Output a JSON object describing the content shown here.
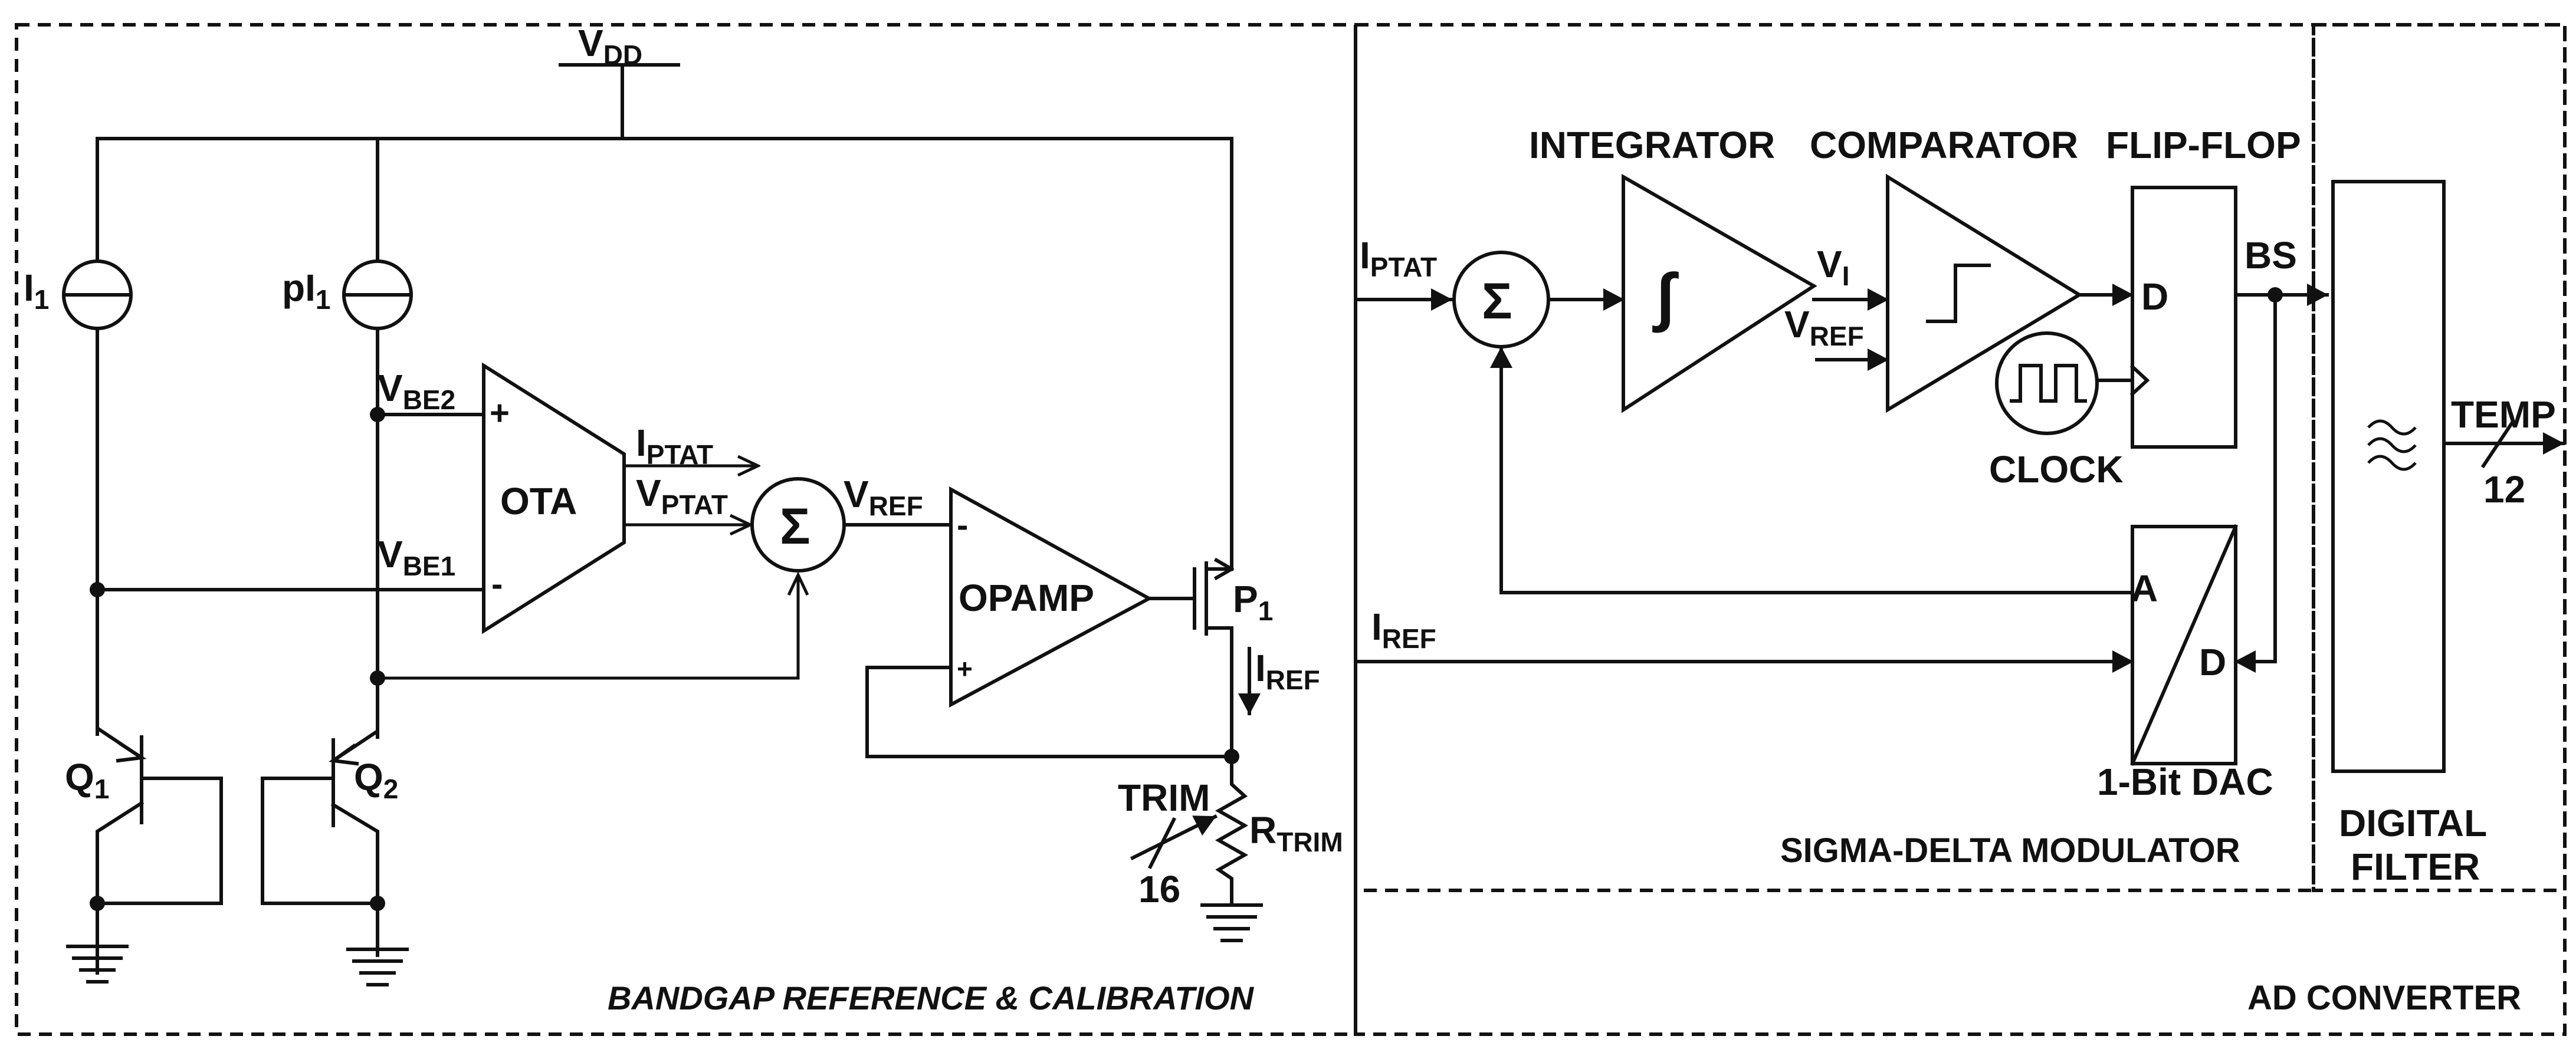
{
  "supply": {
    "vdd": "V",
    "vdd_sub": "DD"
  },
  "bandgap": {
    "i1": "I",
    "i1_sub": "1",
    "pi1": "pI",
    "pi1_sub": "1",
    "vbe2": "V",
    "vbe2_sub": "BE2",
    "vbe1": "V",
    "vbe1_sub": "BE1",
    "plus": "+",
    "minus": "-",
    "ota": "OTA",
    "iptat": "I",
    "iptat_sub": "PTAT",
    "vptat": "V",
    "vptat_sub": "PTAT",
    "sigma": "Σ",
    "vref": "V",
    "vref_sub": "REF",
    "opamp": "OPAMP",
    "op_minus": "-",
    "op_plus": "+",
    "p1": "P",
    "p1_sub": "1",
    "iref": "I",
    "iref_sub": "REF",
    "trim": "TRIM",
    "trim_bits": "16",
    "rtrim": "R",
    "rtrim_sub": "TRIM",
    "q1": "Q",
    "q1_sub": "1",
    "q2": "Q",
    "q2_sub": "2",
    "section_label": "BANDGAP REFERENCE & CALIBRATION"
  },
  "modulator": {
    "iptat": "I",
    "iptat_sub": "PTAT",
    "sigma": "Σ",
    "integrator": "INTEGRATOR",
    "integral_symbol": "∫",
    "comparator": "COMPARATOR",
    "vi": "V",
    "vi_sub": "I",
    "vref": "V",
    "vref_sub": "REF",
    "flipflop": "FLIP-FLOP",
    "d": "D",
    "bs": "BS",
    "clock": "CLOCK",
    "dac_a": "A",
    "dac_d": "D",
    "dac": "1-Bit DAC",
    "iref": "I",
    "iref_sub": "REF",
    "section_label": "SIGMA-DELTA MODULATOR"
  },
  "filter": {
    "temp": "TEMP",
    "temp_bits": "12",
    "label_line1": "DIGITAL",
    "label_line2": "FILTER",
    "filter_symbol": "≈"
  },
  "adc": {
    "section_label": "AD CONVERTER"
  }
}
